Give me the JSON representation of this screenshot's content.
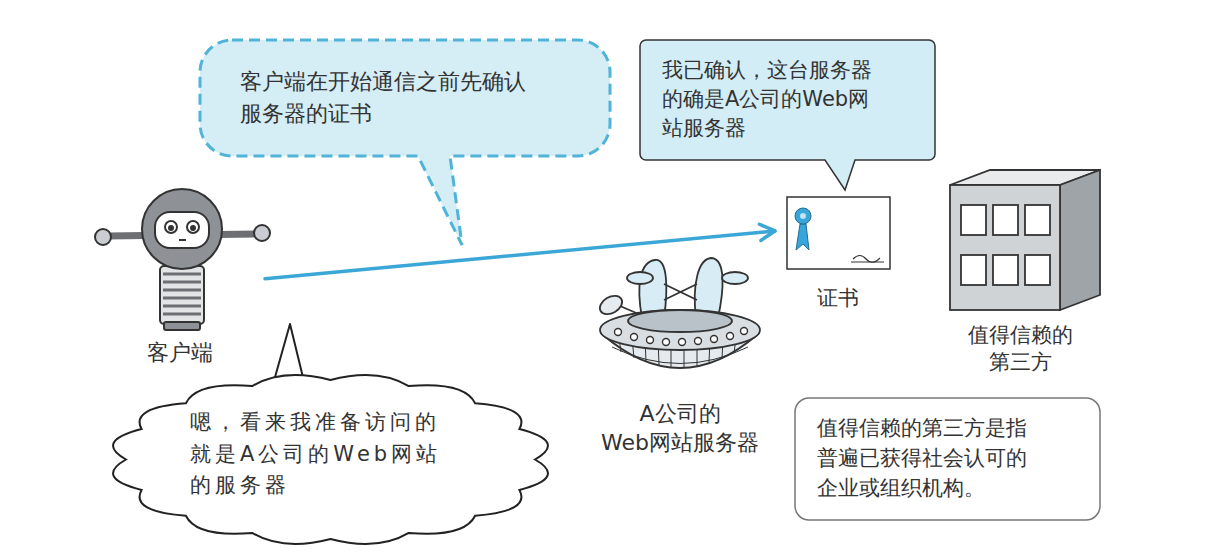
{
  "diagram": {
    "nodes": [
      {
        "text": [
          "客户端在开始通信之前先确认 服务器的证书"
        ]
      },
      {
        "text": [
          "我已确认，这台服务器 的确是A公司的Web网 站服务器"
        ]
      },
      {
        "text": [
          "客户端"
        ]
      },
      {
        "text": [
          "证书"
        ]
      },
      {
        "text": [
          "值得信赖的 第三方"
        ]
      },
      {
        "text": [
          "嗯，看来我准备访问的 就是A公司的Web网站 的服务器"
        ]
      },
      {
        "text": [
          "A公司的 Web网站服务器"
        ]
      },
      {
        "text": [
          "值得信赖的第三方是指 普遍已获得社会认可的 企业或组织机构。"
        ]
      }
    ],
    "edges": [
      {
        "from": 2,
        "to": 3,
        "arrow": "to"
      }
    ]
  }
}
